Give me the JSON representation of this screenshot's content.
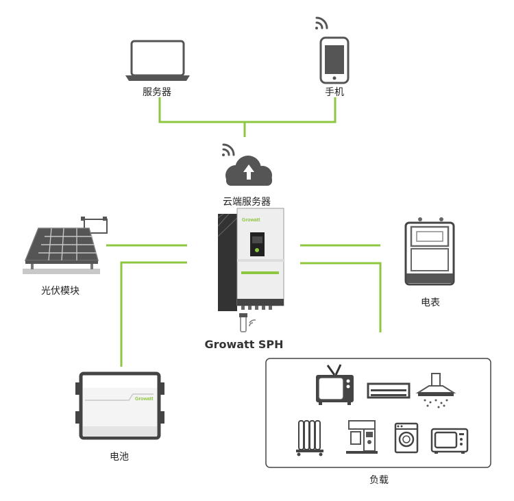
{
  "nodes": {
    "server": {
      "label": "服务器"
    },
    "phone": {
      "label": "手机"
    },
    "cloud": {
      "label": "云端服务器"
    },
    "pv": {
      "label": "光伏模块"
    },
    "meter": {
      "label": "电表"
    },
    "battery": {
      "label": "电池",
      "brand": "Growatt"
    },
    "inverter": {
      "title": "Growatt SPH",
      "brand": "Growatt"
    },
    "load": {
      "label": "负载"
    }
  },
  "colors": {
    "link": "#8dc63f",
    "icon": "#555555",
    "frame": "#444444"
  }
}
